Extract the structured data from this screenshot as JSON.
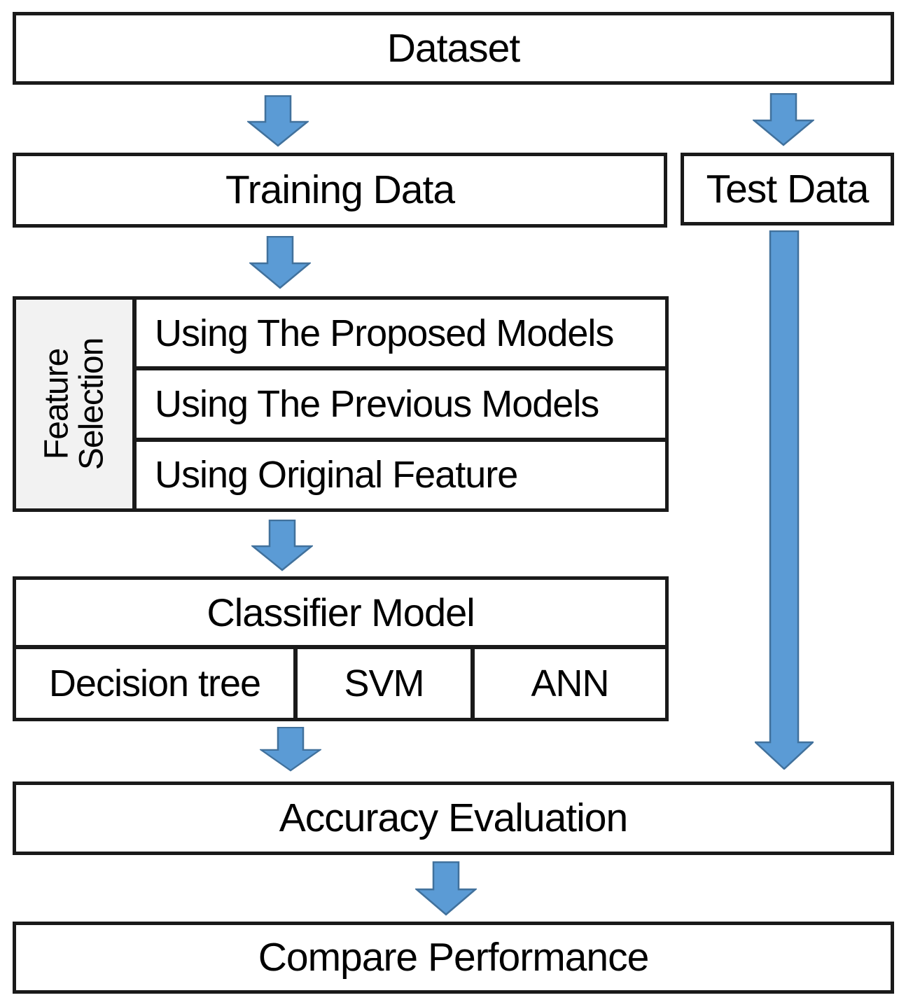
{
  "diagram": {
    "type": "flowchart",
    "nodes": {
      "dataset": "Dataset",
      "training_data": "Training Data",
      "test_data": "Test Data",
      "feature_selection": {
        "group_label": "Feature\nSelection",
        "options": [
          "Using The Proposed Models",
          "Using The Previous Models",
          "Using Original Feature"
        ]
      },
      "classifier": {
        "header": "Classifier Model",
        "models": [
          "Decision tree",
          "SVM",
          "ANN"
        ]
      },
      "accuracy_evaluation": "Accuracy Evaluation",
      "compare_performance": "Compare Performance"
    },
    "edges": [
      {
        "from": "dataset",
        "to": "training_data",
        "icon": "down-block-arrow"
      },
      {
        "from": "dataset",
        "to": "test_data",
        "icon": "down-block-arrow"
      },
      {
        "from": "training_data",
        "to": "feature_selection",
        "icon": "down-block-arrow"
      },
      {
        "from": "feature_selection",
        "to": "classifier",
        "icon": "down-block-arrow"
      },
      {
        "from": "classifier",
        "to": "accuracy_evaluation",
        "icon": "down-block-arrow"
      },
      {
        "from": "test_data",
        "to": "accuracy_evaluation",
        "icon": "long-down-block-arrow"
      },
      {
        "from": "accuracy_evaluation",
        "to": "compare_performance",
        "icon": "down-block-arrow"
      }
    ],
    "colors": {
      "arrow_fill": "#5B9BD5",
      "arrow_stroke": "#41719C",
      "border": "#1A1A1A",
      "group_label_bg": "#F2F2F2",
      "background": "#FFFFFF"
    }
  }
}
